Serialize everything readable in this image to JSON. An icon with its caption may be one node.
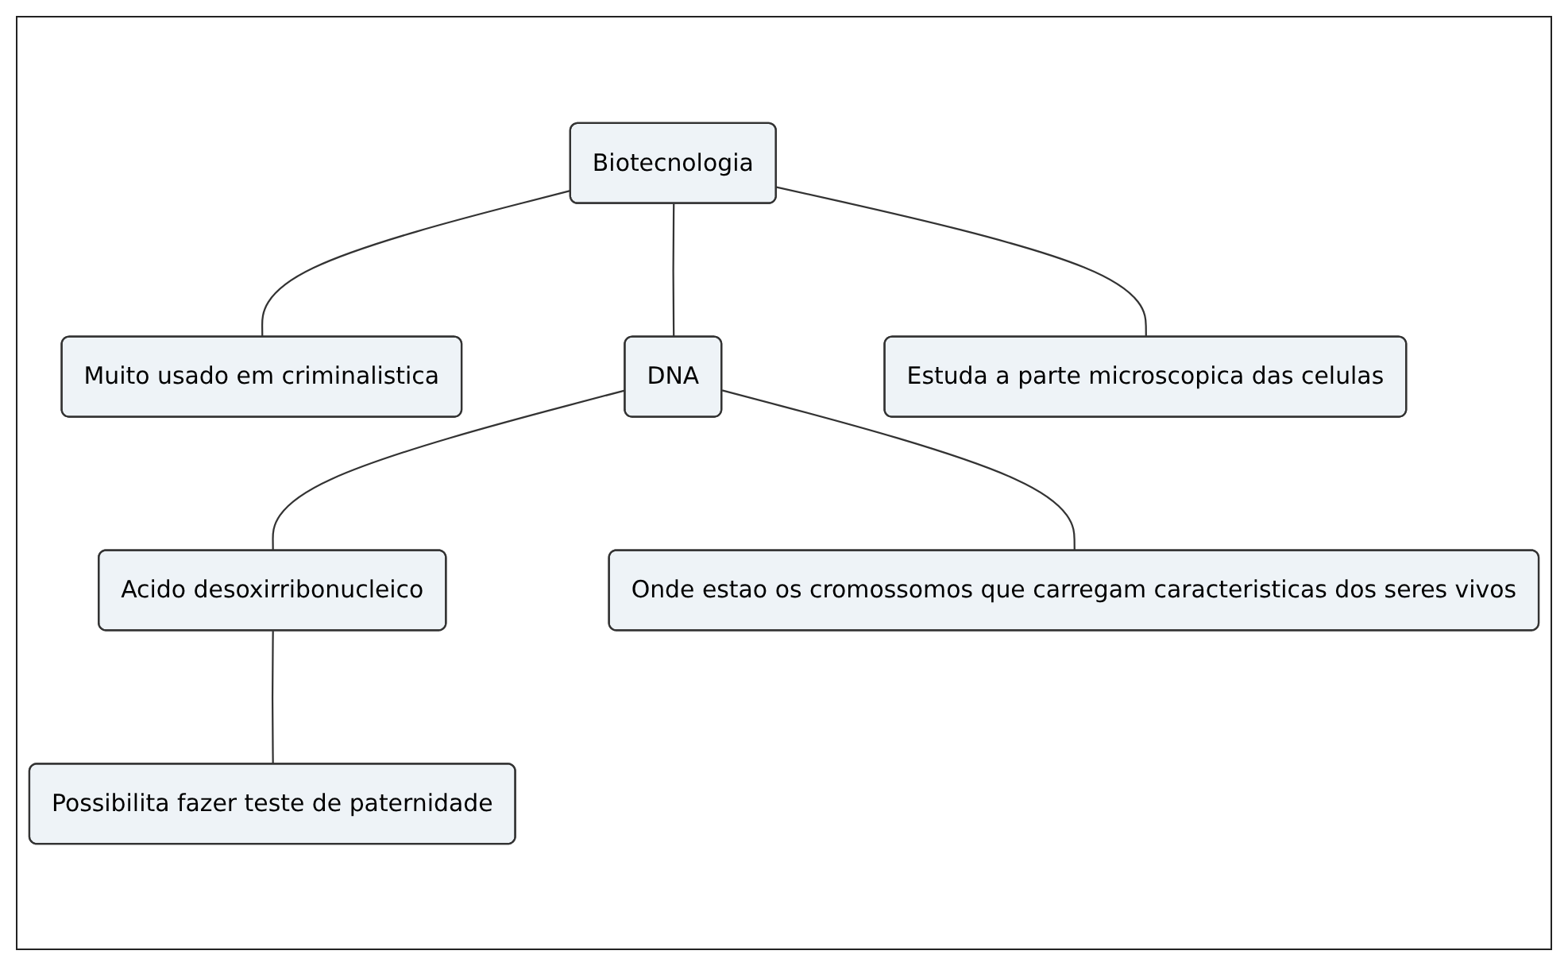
{
  "diagram": {
    "nodes": [
      {
        "text": [
          "Biotecnologia"
        ]
      },
      {
        "text": [
          "Muito usado em criminalistica"
        ]
      },
      {
        "text": [
          "DNA"
        ]
      },
      {
        "text": [
          "Estuda a parte microscopica das celulas"
        ]
      },
      {
        "text": [
          "Acido desoxirribonucleico"
        ]
      },
      {
        "text": [
          "Onde estao os cromossomos que carregam caracteristicas dos seres vivos"
        ]
      },
      {
        "text": [
          "Possibilita fazer teste de paternidade"
        ]
      }
    ],
    "edges": [
      {
        "from": 0,
        "to": 1,
        "arrow": "none"
      },
      {
        "from": 0,
        "to": 2,
        "arrow": "none"
      },
      {
        "from": 0,
        "to": 3,
        "arrow": "none"
      },
      {
        "from": 2,
        "to": 4,
        "arrow": "none"
      },
      {
        "from": 2,
        "to": 5,
        "arrow": "none"
      },
      {
        "from": 4,
        "to": 6,
        "arrow": "none"
      }
    ]
  }
}
